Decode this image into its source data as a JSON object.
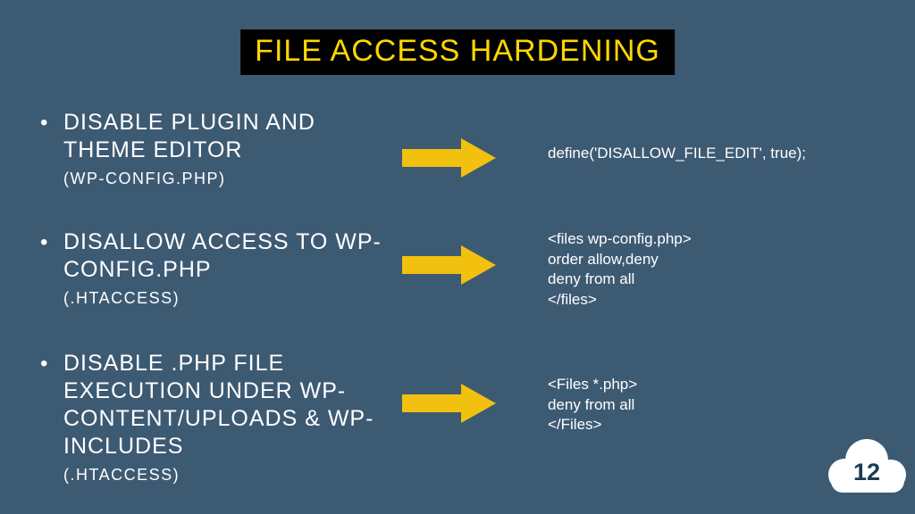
{
  "slide": {
    "title": "FILE ACCESS HARDENING",
    "page_number": "12",
    "colors": {
      "background": "#3d5a73",
      "title_background": "#000000",
      "title_text": "#ffd700",
      "arrow": "#f2c00e",
      "body_text": "#ffffff",
      "page_number_text": "#1c3b52",
      "cloud": "#ffffff"
    },
    "bullets": [
      {
        "heading": "DISABLE PLUGIN AND THEME EDITOR",
        "subheading": "(WP-CONFIG.PHP)",
        "code": "define('DISALLOW_FILE_EDIT', true);"
      },
      {
        "heading": "DISALLOW ACCESS TO WP-CONFIG.PHP",
        "subheading": "(.HTACCESS)",
        "code": "<files wp-config.php>\norder allow,deny\ndeny from all\n</files>"
      },
      {
        "heading": "DISABLE .PHP FILE EXECUTION UNDER WP-CONTENT/UPLOADS & WP-INCLUDES",
        "subheading": "(.HTACCESS)",
        "code": "<Files *.php>\ndeny from all\n</Files>"
      }
    ]
  }
}
